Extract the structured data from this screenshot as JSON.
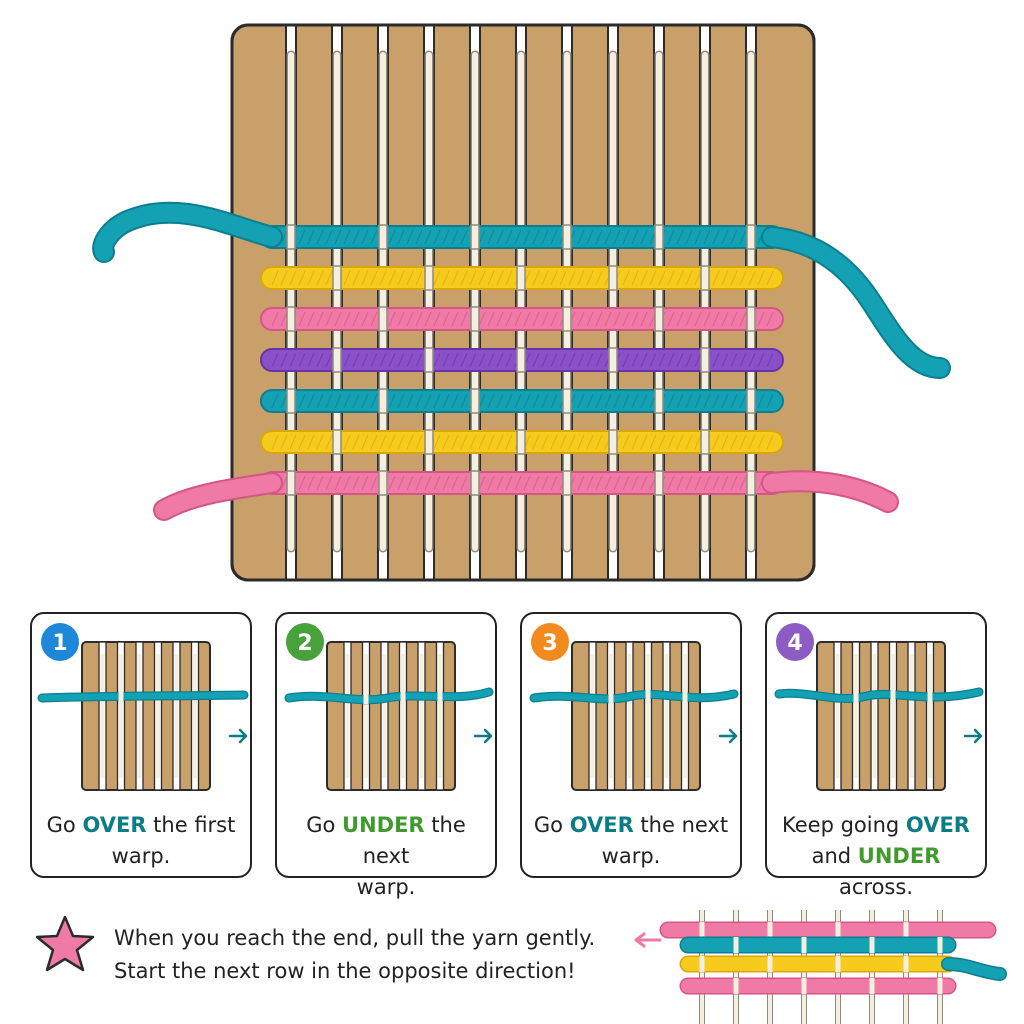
{
  "colors": {
    "board": "#c9a06a",
    "board_outline": "#2b2b2b",
    "warp": "#f4efe0",
    "teal": "#14a1b3",
    "yellow": "#f7ca1e",
    "pink": "#f07aa6",
    "purple": "#8a50c8",
    "badge_1": "#1e88d8",
    "badge_2": "#47a23c",
    "badge_3": "#f38a1e",
    "badge_4": "#8c5bc4",
    "over_text": "#0c7d86",
    "under_text": "#3f9b2c"
  },
  "weft_rows": [
    "teal",
    "yellow",
    "pink",
    "purple",
    "teal",
    "yellow",
    "pink"
  ],
  "steps": [
    {
      "number": "1",
      "parts": [
        {
          "t": "Go "
        },
        {
          "t": "OVER",
          "k": "over"
        },
        {
          "t": " the first"
        }
      ],
      "line2": [
        {
          "t": "warp."
        }
      ]
    },
    {
      "number": "2",
      "parts": [
        {
          "t": "Go "
        },
        {
          "t": "UNDER",
          "k": "under"
        },
        {
          "t": " the next"
        }
      ],
      "line2": [
        {
          "t": "warp."
        }
      ]
    },
    {
      "number": "3",
      "parts": [
        {
          "t": "Go "
        },
        {
          "t": "OVER",
          "k": "over"
        },
        {
          "t": " the next"
        }
      ],
      "line2": [
        {
          "t": "warp."
        }
      ]
    },
    {
      "number": "4",
      "parts": [
        {
          "t": "Keep going "
        },
        {
          "t": "OVER",
          "k": "over"
        }
      ],
      "line2": [
        {
          "t": "and "
        },
        {
          "t": "UNDER",
          "k": "under"
        },
        {
          "t": " across."
        }
      ]
    }
  ],
  "step_arrow_icon": "arrow-right",
  "tip": {
    "icon": "star-icon",
    "line1": "When you reach the end, pull the yarn gently.",
    "line2": "Start the next row in the opposite direction!",
    "arrow_icon": "arrow-left"
  }
}
